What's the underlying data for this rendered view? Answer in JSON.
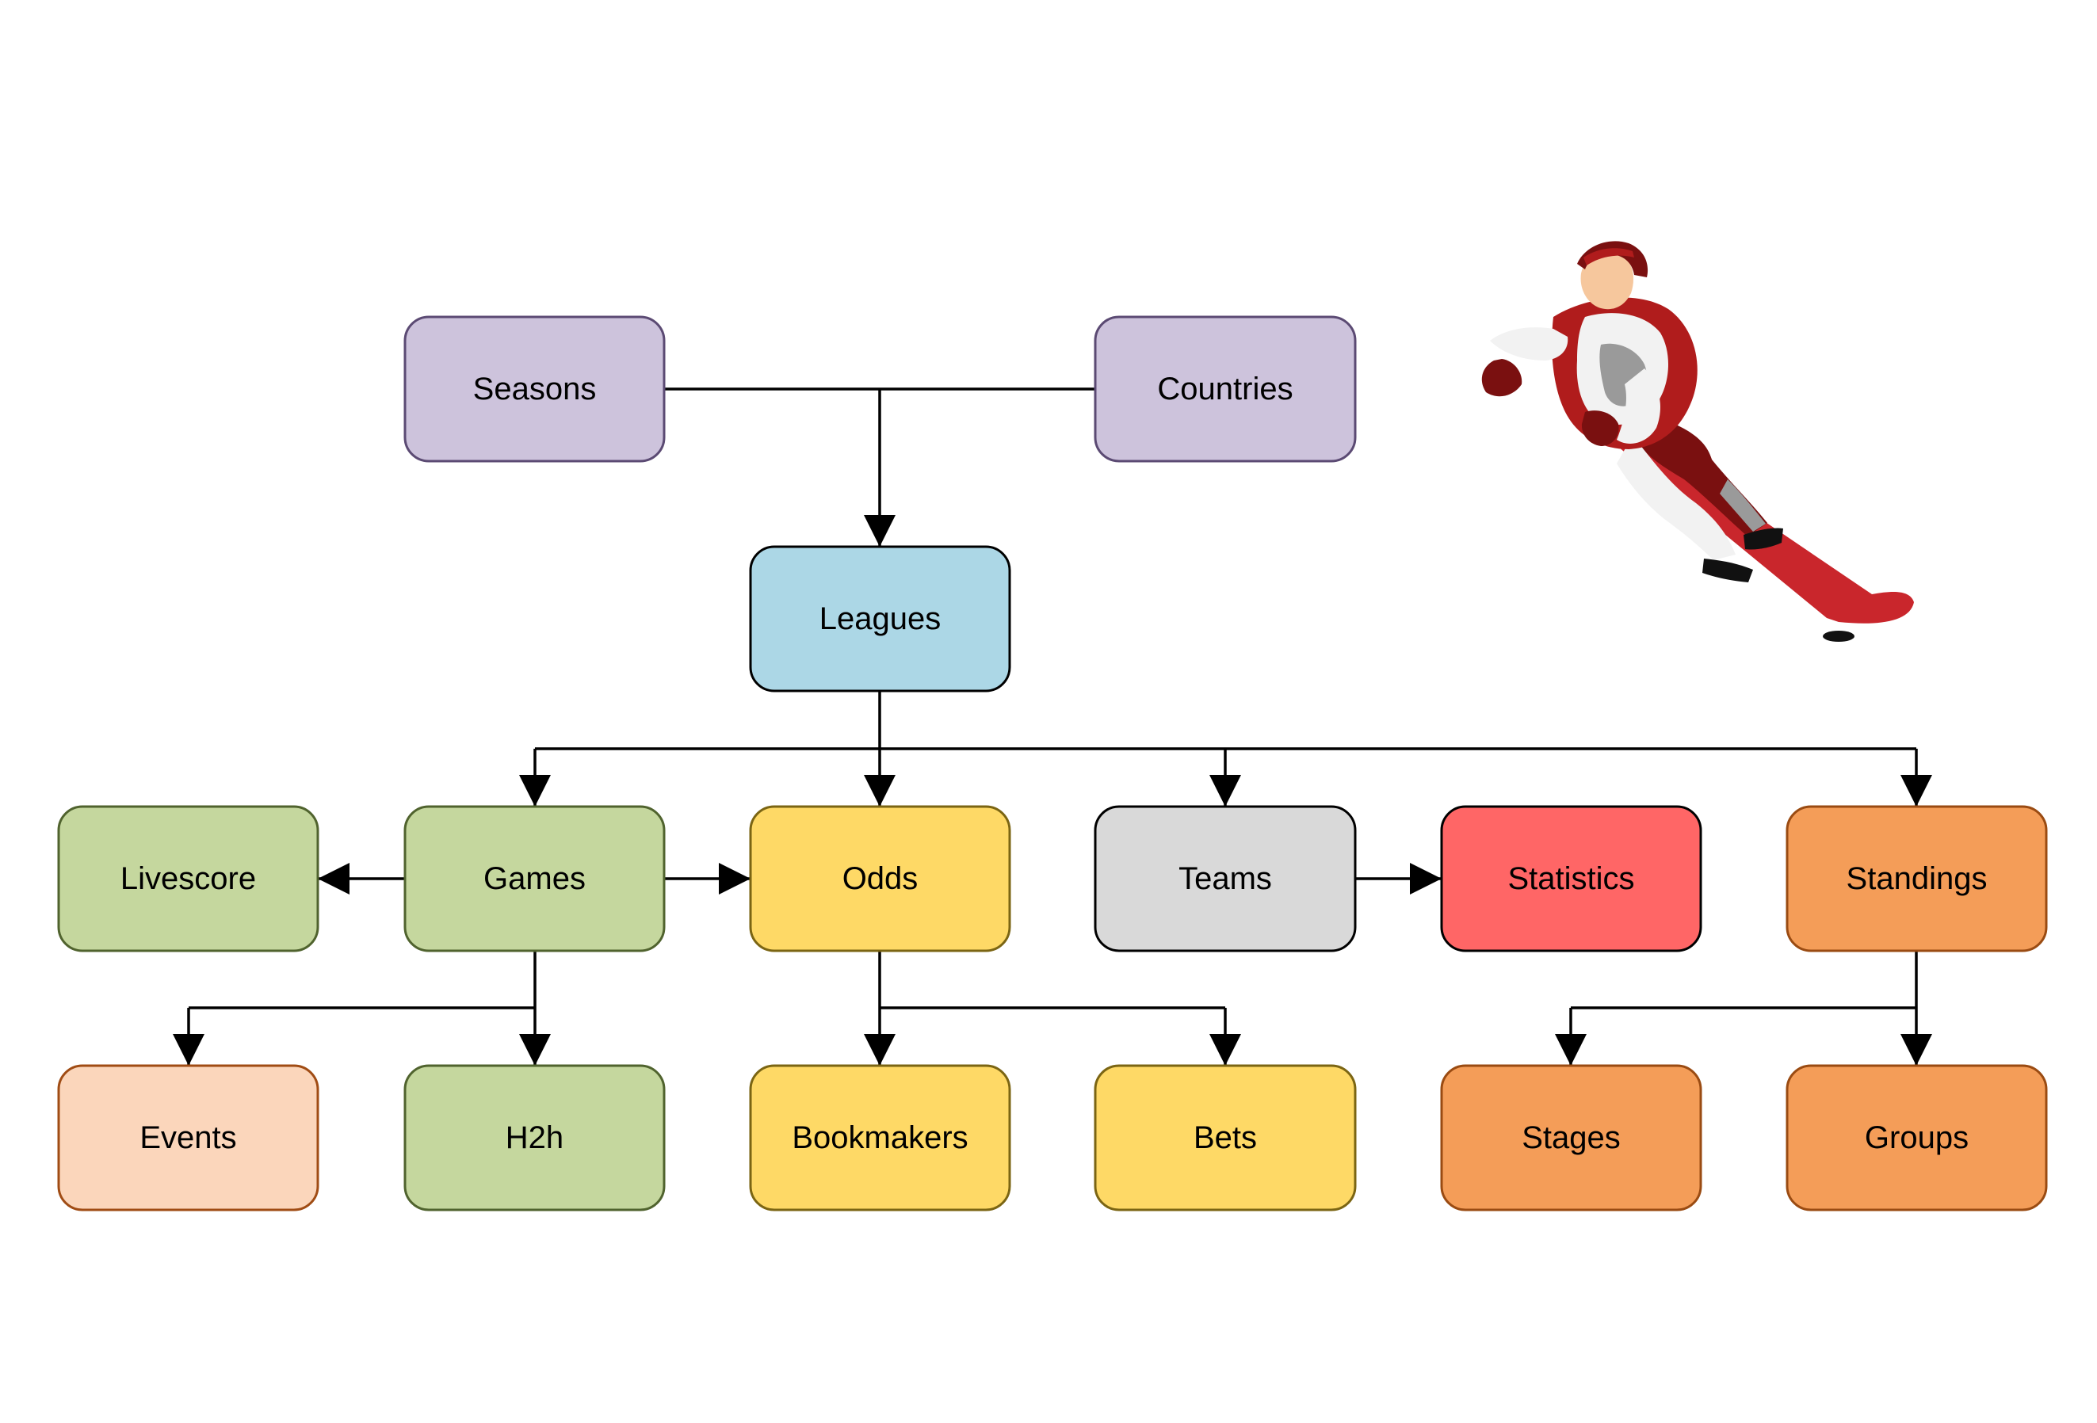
{
  "nodes": [
    {
      "id": "seasons",
      "label": "Seasons",
      "fill": "#cdc3dc",
      "stroke": "#5b4a73"
    },
    {
      "id": "countries",
      "label": "Countries",
      "fill": "#cdc3dc",
      "stroke": "#5b4a73"
    },
    {
      "id": "leagues",
      "label": "Leagues",
      "fill": "#acd7e6",
      "stroke": "#000000"
    },
    {
      "id": "livescore",
      "label": "Livescore",
      "fill": "#c5d79e",
      "stroke": "#50632e"
    },
    {
      "id": "games",
      "label": "Games",
      "fill": "#c5d79e",
      "stroke": "#50632e"
    },
    {
      "id": "odds",
      "label": "Odds",
      "fill": "#fed966",
      "stroke": "#7b6513"
    },
    {
      "id": "teams",
      "label": "Teams",
      "fill": "#d9d9d9",
      "stroke": "#000000"
    },
    {
      "id": "statistics",
      "label": "Statistics",
      "fill": "#ff6666",
      "stroke": "#000000"
    },
    {
      "id": "standings",
      "label": "Standings",
      "fill": "#f49d58",
      "stroke": "#9a4b12"
    },
    {
      "id": "events",
      "label": "Events",
      "fill": "#fbd6bb",
      "stroke": "#a04c14"
    },
    {
      "id": "h2h",
      "label": "H2h",
      "fill": "#c5d79e",
      "stroke": "#50632e"
    },
    {
      "id": "bookmakers",
      "label": "Bookmakers",
      "fill": "#fed966",
      "stroke": "#7b6513"
    },
    {
      "id": "bets",
      "label": "Bets",
      "fill": "#fed966",
      "stroke": "#7b6513"
    },
    {
      "id": "stages",
      "label": "Stages",
      "fill": "#f49d58",
      "stroke": "#9a4b12"
    },
    {
      "id": "groups",
      "label": "Groups",
      "fill": "#f49d58",
      "stroke": "#9a4b12"
    }
  ],
  "edges": [
    {
      "from": "seasons",
      "to": "leagues"
    },
    {
      "from": "countries",
      "to": "leagues"
    },
    {
      "from": "leagues",
      "to": "games"
    },
    {
      "from": "leagues",
      "to": "odds"
    },
    {
      "from": "leagues",
      "to": "teams"
    },
    {
      "from": "leagues",
      "to": "standings"
    },
    {
      "from": "games",
      "to": "livescore"
    },
    {
      "from": "games",
      "to": "odds"
    },
    {
      "from": "teams",
      "to": "statistics"
    },
    {
      "from": "games",
      "to": "events"
    },
    {
      "from": "games",
      "to": "h2h"
    },
    {
      "from": "odds",
      "to": "bookmakers"
    },
    {
      "from": "odds",
      "to": "bets"
    },
    {
      "from": "standings",
      "to": "stages"
    },
    {
      "from": "standings",
      "to": "groups"
    }
  ],
  "illustration": {
    "icon": "hockey-player-icon",
    "colors": {
      "jersey": "#b01c1c",
      "jersey_dark": "#7a1010",
      "white": "#f2f2f2",
      "grey": "#9a9a9a",
      "skin": "#f6c79d",
      "stick": "#c9262c",
      "puck": "#111111"
    }
  }
}
